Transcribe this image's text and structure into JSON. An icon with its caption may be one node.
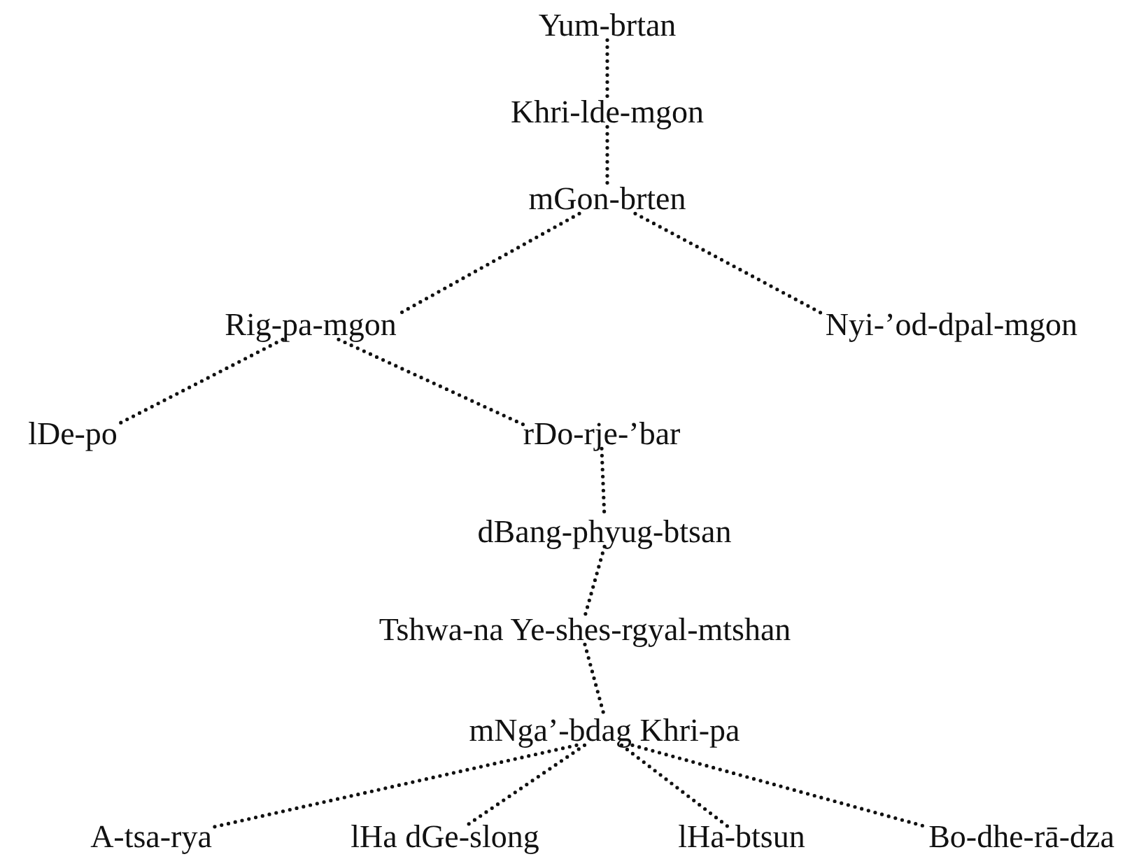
{
  "diagram": {
    "nodes": [
      {
        "text": [
          "Yum-brtan"
        ]
      },
      {
        "text": [
          "Khri-lde-mgon"
        ]
      },
      {
        "text": [
          "mGon-brten"
        ]
      },
      {
        "text": [
          "Rig-pa-mgon"
        ]
      },
      {
        "text": [
          "Nyi-’od-dpal-mgon"
        ]
      },
      {
        "text": [
          "lDe-po"
        ]
      },
      {
        "text": [
          "rDo-rje-’bar"
        ]
      },
      {
        "text": [
          "dBang-phyug-btsan"
        ]
      },
      {
        "text": [
          "Tshwa-na Ye-shes-rgyal-mtshan"
        ]
      },
      {
        "text": [
          "mNga’-bdag Khri-pa"
        ]
      },
      {
        "text": [
          "A-tsa-rya"
        ]
      },
      {
        "text": [
          "lHa dGe-slong"
        ]
      },
      {
        "text": [
          "lHa-btsun"
        ]
      },
      {
        "text": [
          "Bo-dhe-rā-dza"
        ]
      }
    ],
    "edges": [
      {
        "from": 0,
        "to": 1,
        "arrow": "none"
      },
      {
        "from": 1,
        "to": 2,
        "arrow": "none"
      },
      {
        "from": 2,
        "to": 3,
        "arrow": "none"
      },
      {
        "from": 2,
        "to": 4,
        "arrow": "none"
      },
      {
        "from": 3,
        "to": 5,
        "arrow": "none"
      },
      {
        "from": 3,
        "to": 6,
        "arrow": "none"
      },
      {
        "from": 6,
        "to": 7,
        "arrow": "none"
      },
      {
        "from": 7,
        "to": 8,
        "arrow": "none"
      },
      {
        "from": 8,
        "to": 9,
        "arrow": "none"
      },
      {
        "from": 9,
        "to": 10,
        "arrow": "none"
      },
      {
        "from": 9,
        "to": 11,
        "arrow": "none"
      },
      {
        "from": 9,
        "to": 12,
        "arrow": "none"
      },
      {
        "from": 9,
        "to": 13,
        "arrow": "none"
      }
    ]
  }
}
